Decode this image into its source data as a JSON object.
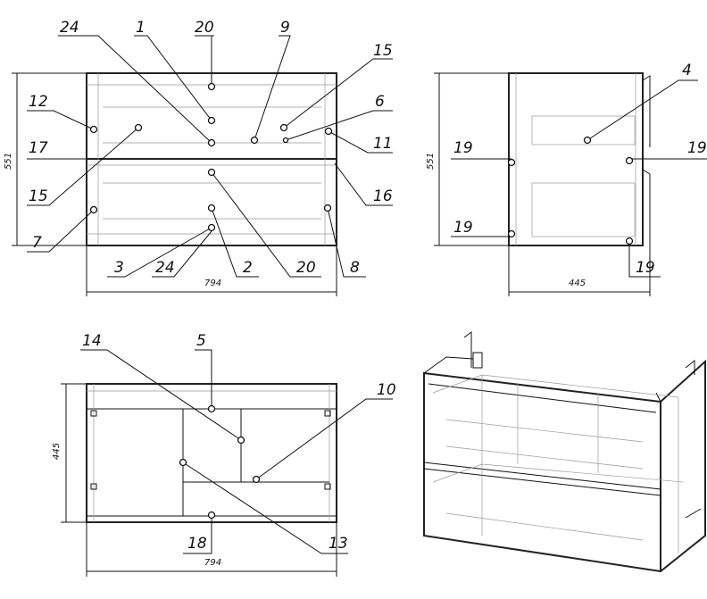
{
  "front_view": {
    "dims": {
      "height": "551",
      "width": "794"
    },
    "callouts": [
      "24",
      "1",
      "20",
      "9",
      "15",
      "12",
      "6",
      "17",
      "11",
      "15",
      "16",
      "7",
      "3",
      "24",
      "2",
      "20",
      "8"
    ]
  },
  "side_view": {
    "dims": {
      "height": "551",
      "depth": "445"
    },
    "callouts": [
      "4",
      "19",
      "19",
      "19",
      "19"
    ]
  },
  "top_view": {
    "dims": {
      "depth": "445",
      "width": "794"
    },
    "callouts": [
      "14",
      "5",
      "10",
      "18",
      "13"
    ]
  }
}
